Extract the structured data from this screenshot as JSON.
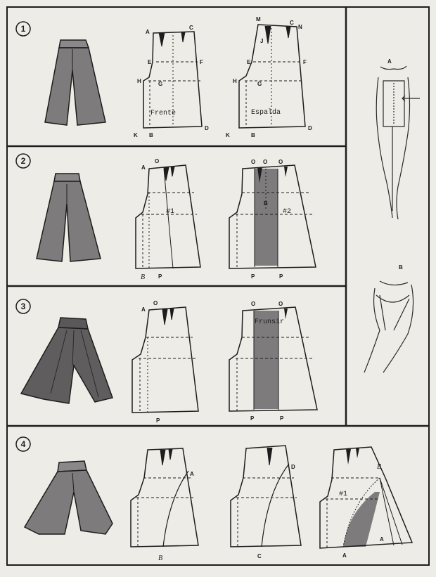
{
  "panels": [
    {
      "number": "1",
      "pattern_labels": [
        "A",
        "C",
        "E",
        "F",
        "H",
        "G",
        "K",
        "B",
        "D",
        "M",
        "C",
        "N",
        "J",
        "E",
        "F",
        "H",
        "G",
        "K",
        "B",
        "D"
      ],
      "front_text": "Frente",
      "back_text": "Espalda"
    },
    {
      "number": "2",
      "pattern_labels": [
        "A",
        "O",
        "B",
        "P",
        "O",
        "O",
        "O",
        "B",
        "P",
        "P"
      ],
      "piece_1": "#1",
      "piece_2": "#2"
    },
    {
      "number": "3",
      "pattern_labels": [
        "A",
        "O",
        "P",
        "O",
        "O",
        "P",
        "P"
      ],
      "fold_text": "Frunsir"
    },
    {
      "number": "4",
      "pattern_labels": [
        "A",
        "B",
        "D",
        "C",
        "B",
        "A",
        "A"
      ],
      "piece_1": "#1"
    }
  ],
  "figures": {
    "labels": [
      "A",
      "B"
    ]
  },
  "colors": {
    "paper": "#eeece6",
    "ink": "#1d1d1d",
    "shade": "#7d7b7b"
  }
}
